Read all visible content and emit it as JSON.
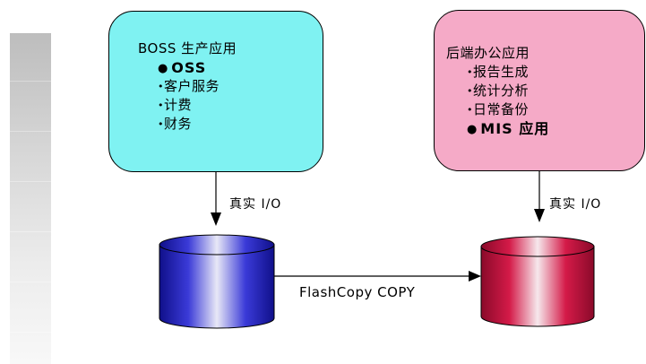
{
  "colors": {
    "left_box": "#7ff2f2",
    "right_box": "#f5aac7",
    "left_cylinder": "#1a1ab0",
    "right_cylinder": "#c0103a"
  },
  "left_box": {
    "title": "BOSS 生产应用",
    "items": [
      {
        "bullet": "●",
        "text": "OSS",
        "emphasis": true
      },
      {
        "bullet": "•",
        "text": "客户服务",
        "emphasis": false
      },
      {
        "bullet": "•",
        "text": "计费",
        "emphasis": false
      },
      {
        "bullet": "•",
        "text": "财务",
        "emphasis": false
      }
    ]
  },
  "right_box": {
    "title": "后端办公应用",
    "items": [
      {
        "bullet": "•",
        "text": "报告生成",
        "emphasis": false
      },
      {
        "bullet": "•",
        "text": "统计分析",
        "emphasis": false
      },
      {
        "bullet": "•",
        "text": "日常备份",
        "emphasis": false
      },
      {
        "bullet": "●",
        "text": "MIS 应用",
        "emphasis": true
      }
    ]
  },
  "io_left": "真实 I/O",
  "io_right": "真实 I/O",
  "flashcopy_label": "FlashCopy COPY"
}
